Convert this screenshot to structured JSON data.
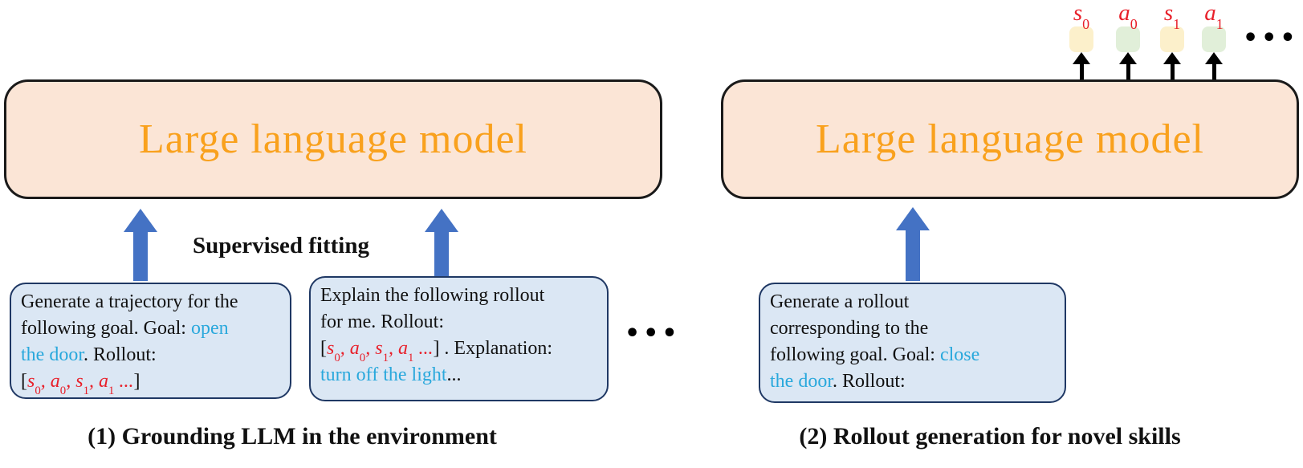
{
  "colors": {
    "llm_fill": "#FBE5D6",
    "llm_border": "#1a1a1a",
    "llm_text": "#F9A11D",
    "prompt_fill": "#DBE7F4",
    "prompt_border": "#1F3864",
    "arrow_blue": "#4472C4",
    "text_cyan": "#29A8DC",
    "text_red": "#E8202A",
    "token_state": "#FCF0CB",
    "token_action": "#E1EFD9"
  },
  "panels": [
    {
      "llm_label": "Large language model",
      "process_label": "Supervised fitting",
      "caption": "(1) Grounding LLM in the environment",
      "ellipsis": "•••",
      "prompts": [
        {
          "lines": [
            [
              {
                "t": "Generate a trajectory for the",
                "c": "k"
              }
            ],
            [
              {
                "t": "following goal. Goal: ",
                "c": "k"
              },
              {
                "t": "open",
                "c": "c"
              }
            ],
            [
              {
                "t": "the door",
                "c": "c"
              },
              {
                "t": ". Rollout:",
                "c": "k"
              }
            ],
            [
              {
                "t": "[",
                "c": "k"
              },
              {
                "t": "s_0, a_0, s_1, a_1 ...",
                "c": "r"
              },
              {
                "t": "]",
                "c": "k"
              }
            ]
          ]
        },
        {
          "lines": [
            [
              {
                "t": "Explain the following rollout",
                "c": "k"
              }
            ],
            [
              {
                "t": "for me. Rollout:",
                "c": "k"
              }
            ],
            [
              {
                "t": "[",
                "c": "k"
              },
              {
                "t": "s_0, a_0, s_1, a_1 ...",
                "c": "r"
              },
              {
                "t": "] . Explanation:",
                "c": "k"
              }
            ],
            [
              {
                "t": "turn off the light",
                "c": "c"
              },
              {
                "t": "...",
                "c": "k"
              }
            ]
          ]
        }
      ]
    },
    {
      "llm_label": "Large language model",
      "caption": "(2) Rollout generation for novel skills",
      "prompts": [
        {
          "lines": [
            [
              {
                "t": "Generate a rollout",
                "c": "k"
              }
            ],
            [
              {
                "t": "corresponding to the",
                "c": "k"
              }
            ],
            [
              {
                "t": "following goal. Goal: ",
                "c": "k"
              },
              {
                "t": "close",
                "c": "c"
              }
            ],
            [
              {
                "t": "the door",
                "c": "c"
              },
              {
                "t": ". Rollout:",
                "c": "k"
              }
            ]
          ]
        }
      ],
      "outputs": {
        "ellipsis": "•••",
        "tokens": [
          {
            "label": [
              {
                "t": "s_0",
                "c": "r"
              }
            ],
            "type": "state"
          },
          {
            "label": [
              {
                "t": "a_0",
                "c": "r"
              }
            ],
            "type": "action"
          },
          {
            "label": [
              {
                "t": "s_1",
                "c": "r"
              }
            ],
            "type": "state"
          },
          {
            "label": [
              {
                "t": "a_1",
                "c": "r"
              }
            ],
            "type": "action"
          }
        ]
      }
    }
  ]
}
